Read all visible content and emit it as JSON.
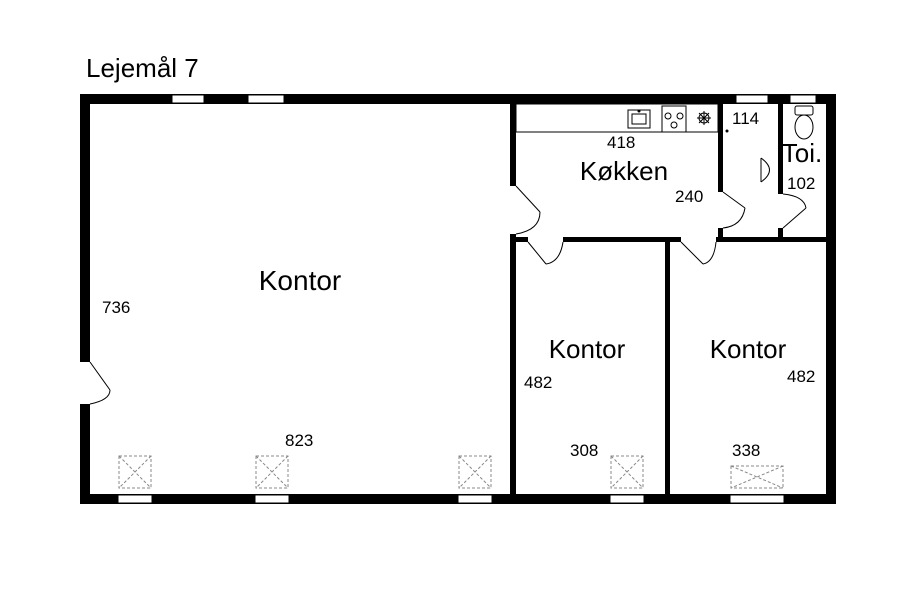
{
  "plan": {
    "title": "Lejemål 7",
    "rooms": {
      "main_office": {
        "label": "Kontor",
        "width": "823",
        "depth": "736"
      },
      "kitchen": {
        "label": "Køkken",
        "width": "418",
        "depth": "240"
      },
      "hall": {
        "width": "114"
      },
      "toilet": {
        "label": "Toi.",
        "depth": "102"
      },
      "office_middle": {
        "label": "Kontor",
        "width": "308",
        "depth": "482"
      },
      "office_right": {
        "label": "Kontor",
        "width": "338",
        "depth": "482"
      }
    }
  },
  "colors": {
    "wall": "#000000",
    "background": "#ffffff",
    "skylight": "#888888"
  }
}
